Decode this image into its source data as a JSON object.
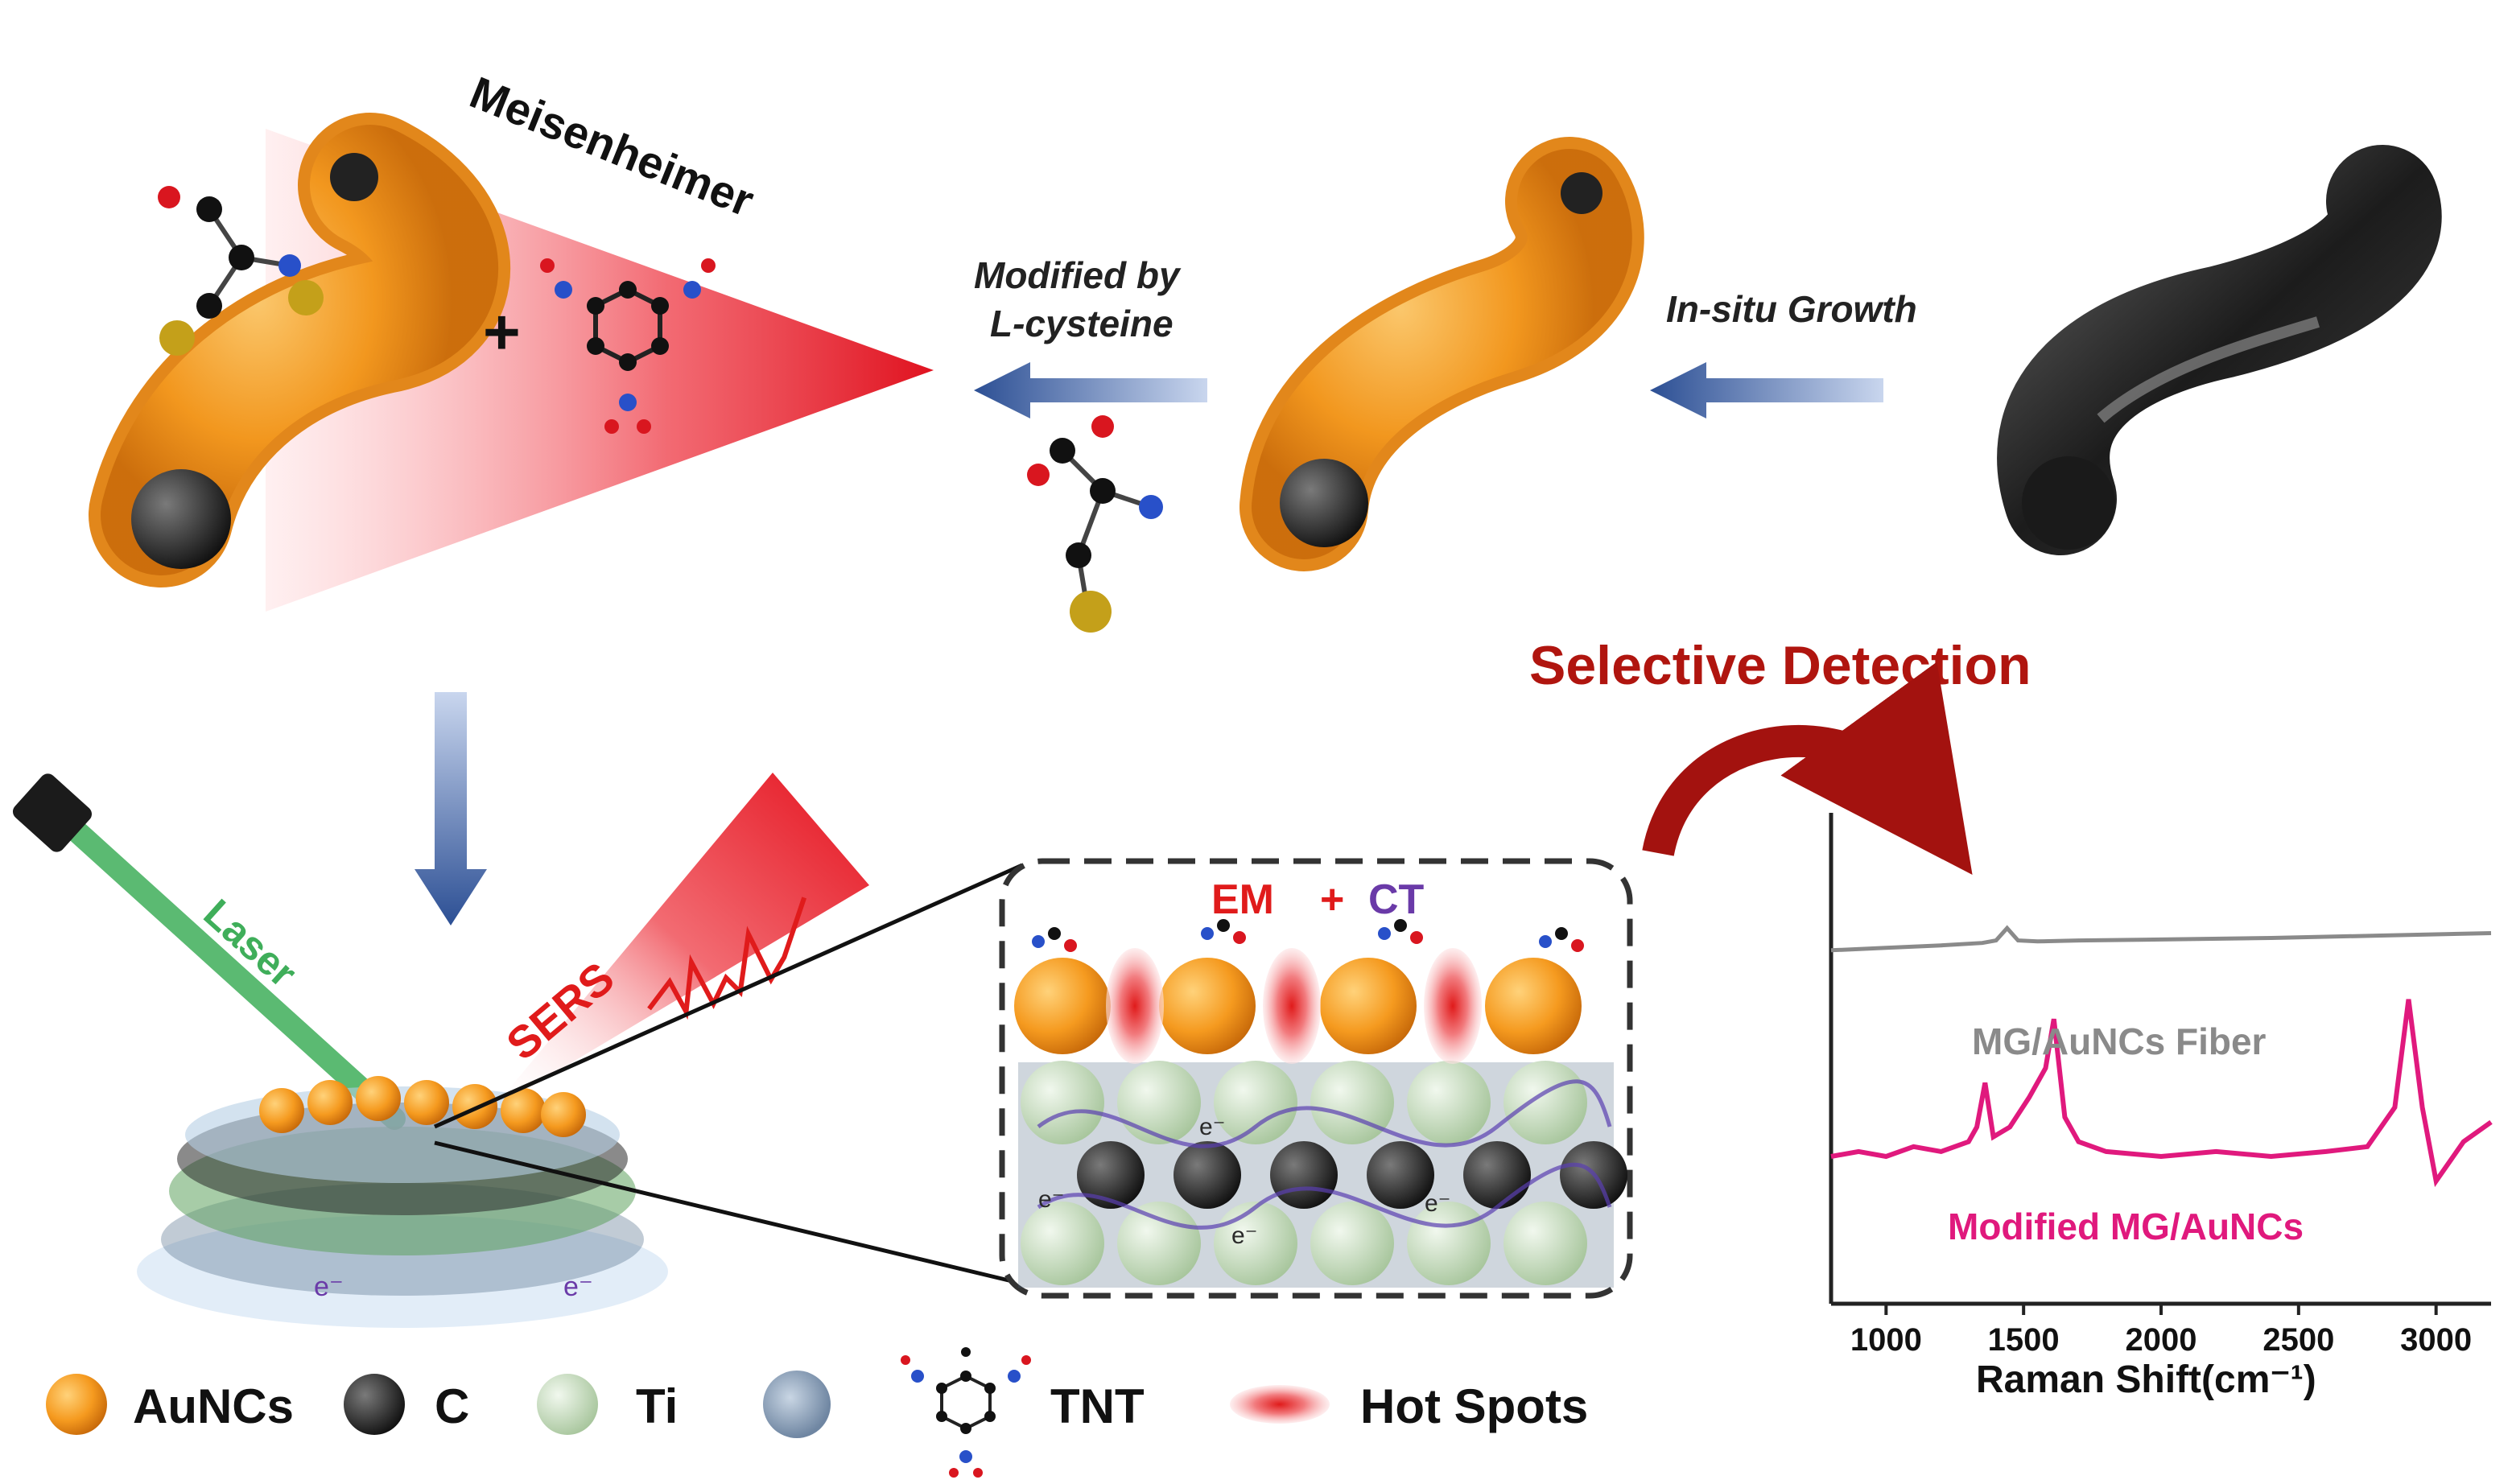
{
  "labels": {
    "meisenheimer": "Meisenheimer",
    "modified_by_line1": "Modified by",
    "modified_by_line2": "L-cysteine",
    "in_situ_growth": "In-situ Growth",
    "selective_detection": "Selective Detection",
    "laser": "Laser",
    "sers": "SERS",
    "em": "EM",
    "plus": "+",
    "ct": "CT",
    "electron": "e⁻"
  },
  "legend": [
    {
      "icon": "aunc-cluster-icon",
      "label": "AuNCs"
    },
    {
      "icon": "carbon-atom-icon",
      "label": "C"
    },
    {
      "icon": "titanium-atom-icon",
      "label": "Ti"
    },
    {
      "icon": "unlabeled-gray-cluster-icon",
      "label": ""
    },
    {
      "icon": "tnt-molecule-icon",
      "label": "TNT"
    },
    {
      "icon": "hot-spot-icon",
      "label": "Hot Spots"
    }
  ],
  "colors": {
    "gold": "#f59a1f",
    "red_beam": "#e8202a",
    "arrow_blue": "#3a63a8",
    "dark_red_arrow": "#a3120f",
    "laser_green": "#3fae5a",
    "ti_green": "#c9dfc1",
    "carbon_dark": "#2a2a2a",
    "em_red": "#e01b1b",
    "ct_purple": "#6a3aa8",
    "gray_spectrum": "#8a8a8a",
    "pink_spectrum": "#e0197d"
  },
  "chart_data": {
    "type": "line",
    "xlabel": "Raman Shift(cm⁻¹)",
    "ylabel": "",
    "xlim": [
      800,
      3200
    ],
    "x_ticks": [
      "1000",
      "1500",
      "2000",
      "2500",
      "3000"
    ],
    "series": [
      {
        "name": "MG/AuNCs Fiber",
        "x": [
          800,
          1000,
          1200,
          1350,
          1400,
          1440,
          1480,
          1550,
          1700,
          2000,
          2400,
          2800,
          3200
        ],
        "values": [
          0.72,
          0.725,
          0.73,
          0.735,
          0.74,
          0.765,
          0.74,
          0.738,
          0.74,
          0.742,
          0.745,
          0.75,
          0.755
        ]
      },
      {
        "name": "Modified MG/AuNCs",
        "x": [
          800,
          900,
          1000,
          1100,
          1200,
          1300,
          1330,
          1360,
          1390,
          1450,
          1520,
          1580,
          1610,
          1650,
          1700,
          1800,
          2000,
          2200,
          2400,
          2600,
          2750,
          2850,
          2900,
          2950,
          3000,
          3100,
          3200
        ],
        "values": [
          0.3,
          0.31,
          0.3,
          0.32,
          0.31,
          0.33,
          0.36,
          0.45,
          0.34,
          0.36,
          0.42,
          0.48,
          0.58,
          0.38,
          0.33,
          0.31,
          0.3,
          0.31,
          0.3,
          0.31,
          0.32,
          0.4,
          0.62,
          0.4,
          0.25,
          0.33,
          0.37
        ]
      }
    ]
  }
}
